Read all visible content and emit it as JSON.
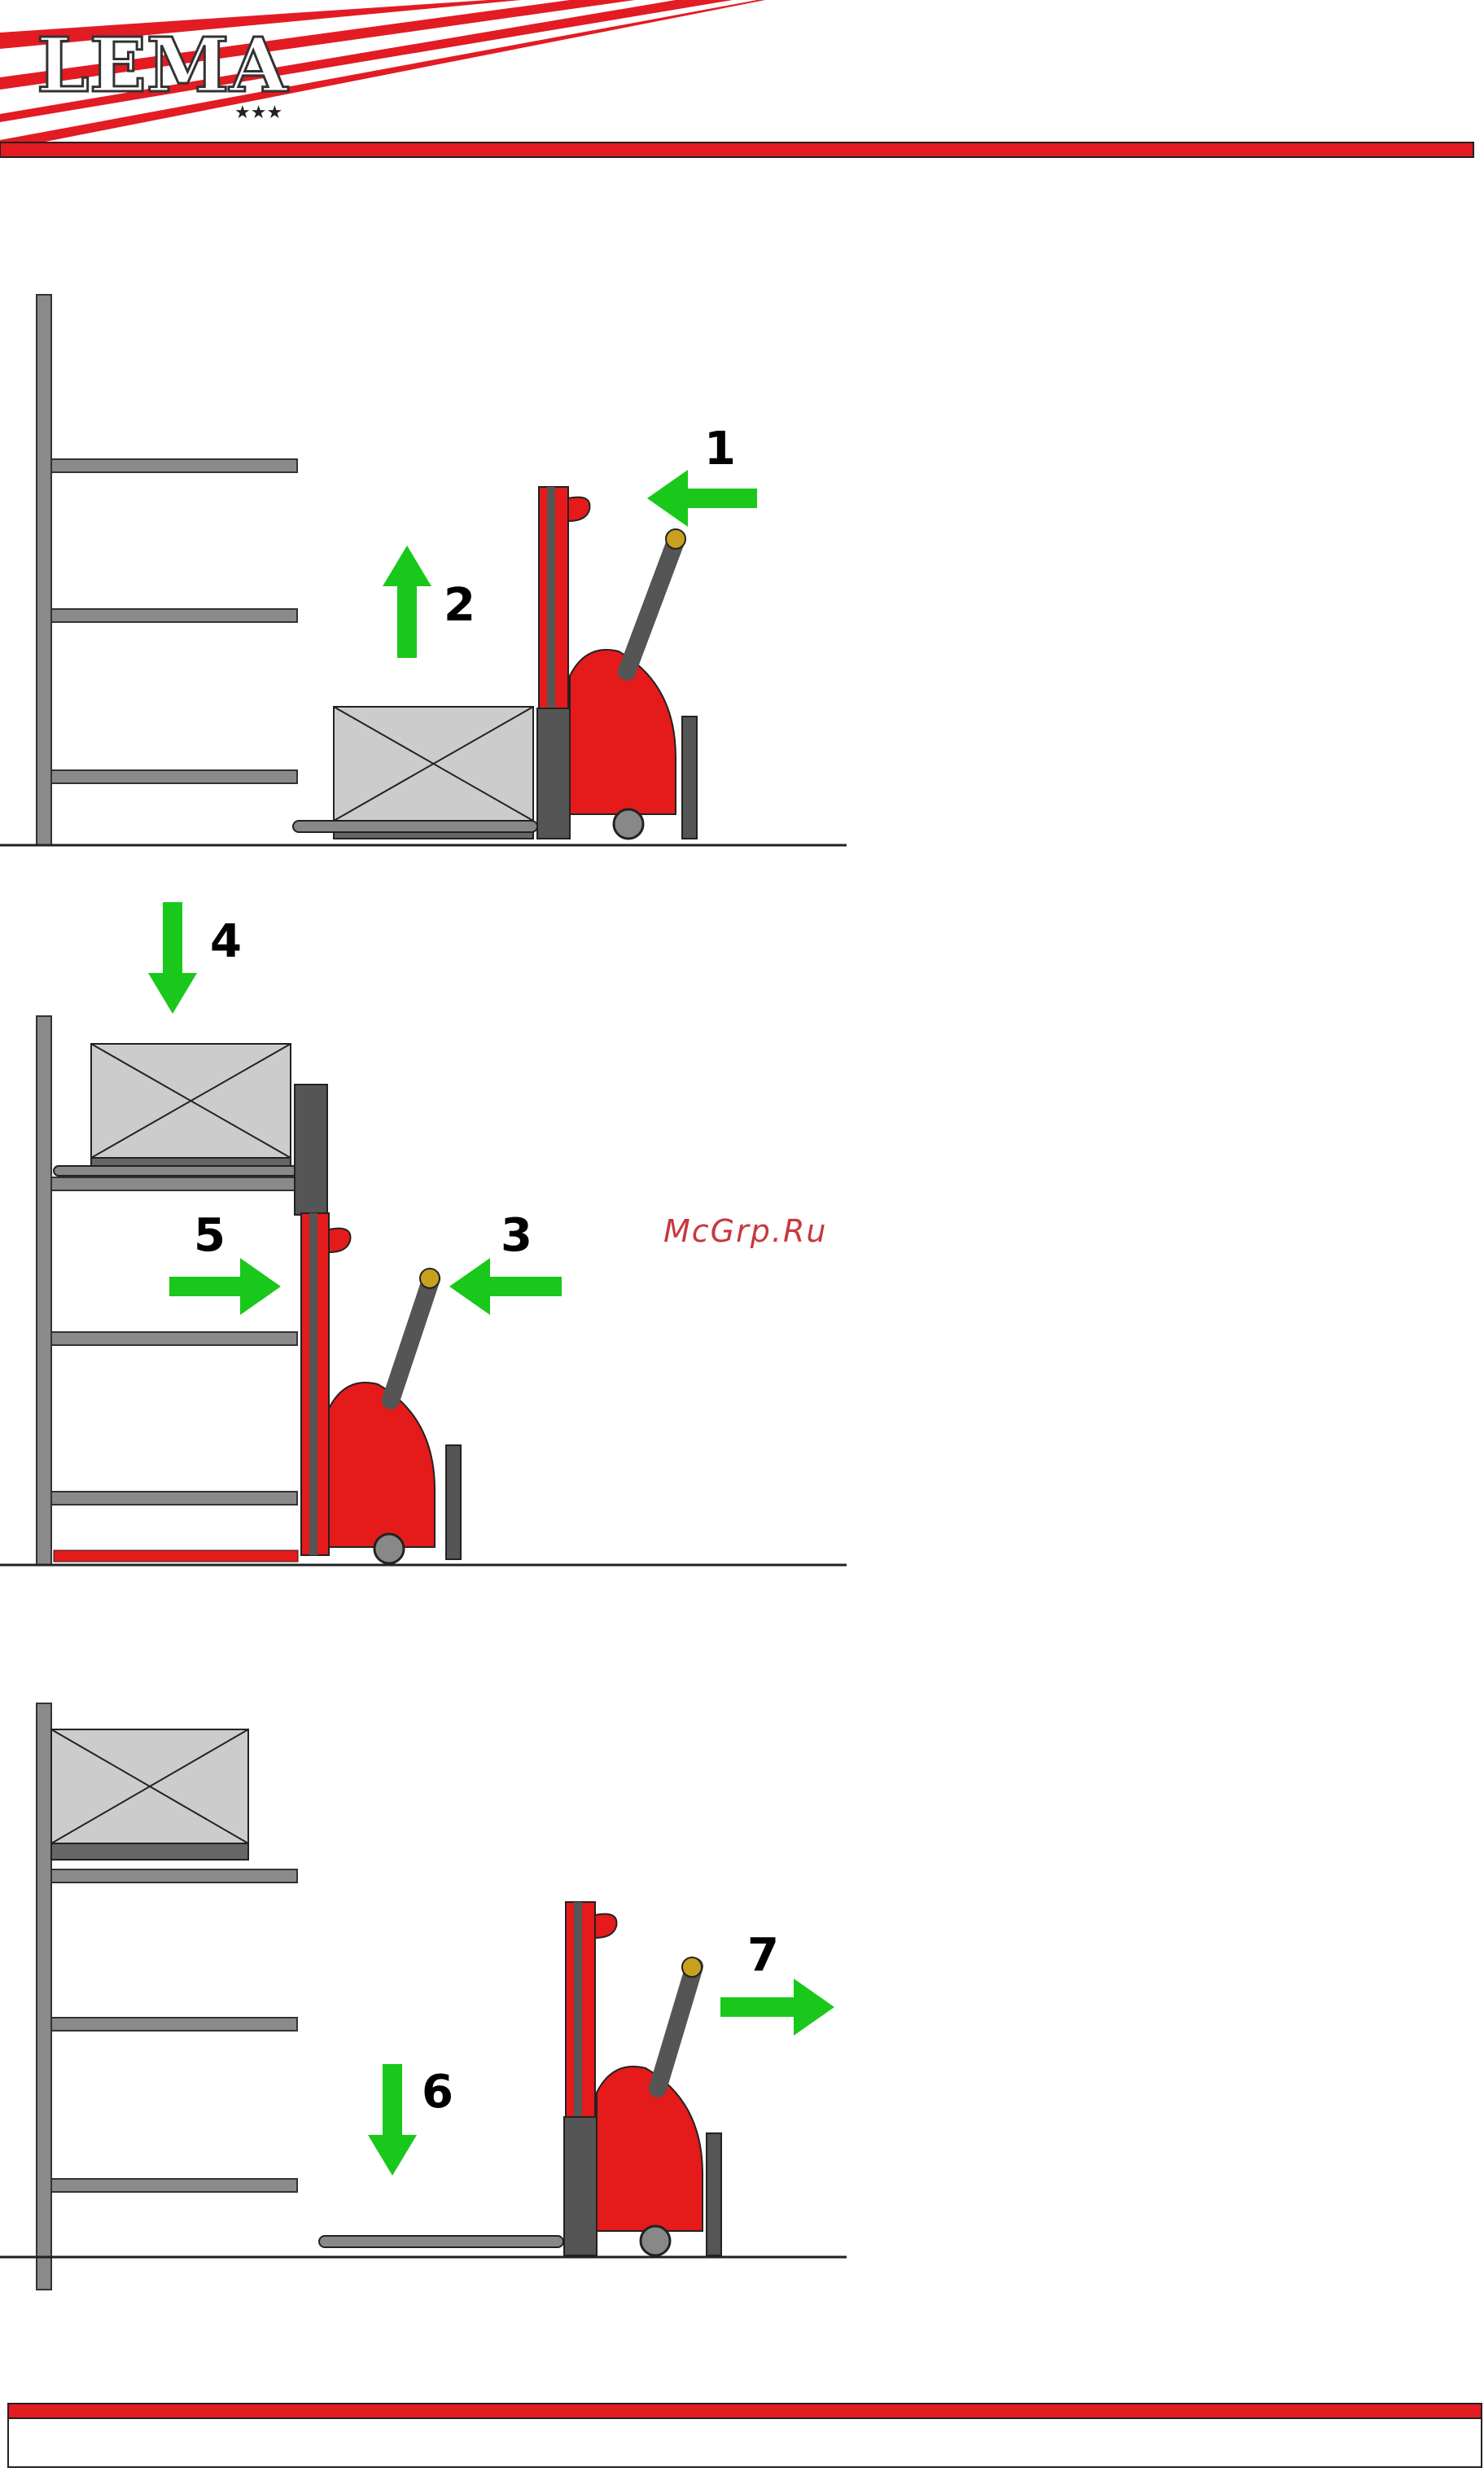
{
  "header": {
    "logo_text": "LEMA",
    "logo_stars": "★★★",
    "brand_red": "#e31b23",
    "brand_dark": "#222222"
  },
  "watermark": {
    "text": "McGrp.Ru"
  },
  "steps": [
    {
      "number": "1",
      "direction": "left"
    },
    {
      "number": "2",
      "direction": "up"
    },
    {
      "number": "3",
      "direction": "left"
    },
    {
      "number": "4",
      "direction": "down"
    },
    {
      "number": "5",
      "direction": "right"
    },
    {
      "number": "6",
      "direction": "down"
    },
    {
      "number": "7",
      "direction": "right"
    }
  ],
  "colors": {
    "arrow_green": "#19c81b",
    "rack_gray": "#8a8a8a",
    "stacker_red": "#e51a1a",
    "box_gray": "#cccccc"
  }
}
